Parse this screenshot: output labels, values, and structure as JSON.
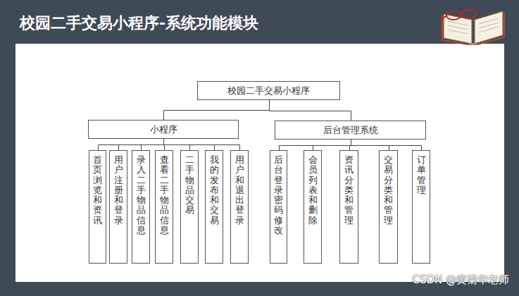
{
  "diagram": {
    "title": "校园二手交易小程序-系统功能模块",
    "nodes": [
      {
        "text": [
          "校园二手交易小程序"
        ]
      },
      {
        "text": [
          "小程序"
        ]
      },
      {
        "text": [
          "后台管理系统"
        ]
      },
      {
        "text": [
          "首页浏览和资讯"
        ]
      },
      {
        "text": [
          "用户注册和登录"
        ]
      },
      {
        "text": [
          "录入二手物品信息"
        ]
      },
      {
        "text": [
          "查看二手物品信息"
        ]
      },
      {
        "text": [
          "二手物品交易"
        ]
      },
      {
        "text": [
          "我的发布和交易"
        ]
      },
      {
        "text": [
          "用户和退出登录"
        ]
      },
      {
        "text": [
          "后台登录密码修改"
        ]
      },
      {
        "text": [
          "会员列表和删除"
        ]
      },
      {
        "text": [
          "资讯分类和管理"
        ]
      },
      {
        "text": [
          "交易分类和管理"
        ]
      },
      {
        "text": [
          "订单管理"
        ]
      }
    ],
    "edges": [
      {
        "from": 0,
        "to": 1,
        "arrow": "none"
      },
      {
        "from": 0,
        "to": 2,
        "arrow": "none"
      },
      {
        "from": 1,
        "to": 3,
        "arrow": "none"
      },
      {
        "from": 1,
        "to": 4,
        "arrow": "none"
      },
      {
        "from": 1,
        "to": 5,
        "arrow": "none"
      },
      {
        "from": 1,
        "to": 6,
        "arrow": "none"
      },
      {
        "from": 1,
        "to": 7,
        "arrow": "none"
      },
      {
        "from": 1,
        "to": 8,
        "arrow": "none"
      },
      {
        "from": 1,
        "to": 9,
        "arrow": "none"
      },
      {
        "from": 2,
        "to": 10,
        "arrow": "none"
      },
      {
        "from": 2,
        "to": 11,
        "arrow": "none"
      },
      {
        "from": 2,
        "to": 12,
        "arrow": "none"
      },
      {
        "from": 2,
        "to": 13,
        "arrow": "none"
      },
      {
        "from": 2,
        "to": 14,
        "arrow": "none"
      }
    ],
    "labels": [
      "CSDN @黄菊华老师"
    ]
  }
}
